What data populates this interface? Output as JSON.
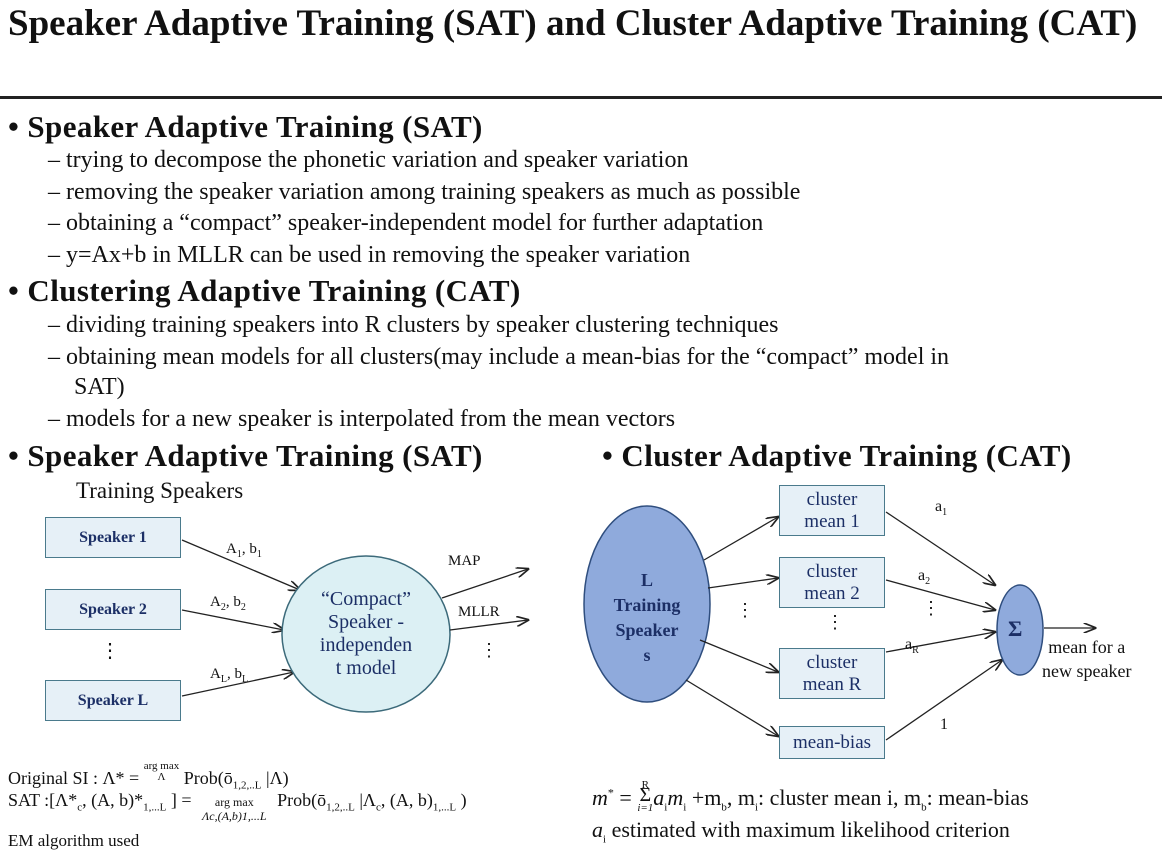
{
  "title": "Speaker Adaptive Training (SAT) and Cluster Adaptive Training (CAT)",
  "sections": [
    {
      "heading": "Speaker Adaptive Training (SAT)",
      "items": [
        "trying to decompose the phonetic variation and speaker variation",
        "removing the speaker variation among training speakers as much as possible",
        "obtaining a “compact” speaker-independent model for further adaptation",
        "y=Ax+b in MLLR can be used in removing the speaker variation"
      ]
    },
    {
      "heading": "Clustering Adaptive Training (CAT)",
      "items": [
        "dividing  training speakers into R clusters by speaker clustering techniques",
        "obtaining mean models for all clusters(may include a mean-bias for the “compact” model in",
        "SAT)",
        "models for a new speaker is interpolated from the mean vectors"
      ]
    }
  ],
  "sat_diagram": {
    "heading": "Speaker Adaptive Training (SAT)",
    "caption": "Training Speakers",
    "speakers": [
      "Speaker 1",
      "Speaker 2",
      "Speaker L"
    ],
    "vdots": "⋮",
    "edge_labels": [
      "A",
      "1",
      "b",
      "1",
      "A",
      "2",
      "b",
      "2",
      "A",
      "L",
      "b",
      "L"
    ],
    "model_lines": [
      "“Compact”",
      "Speaker -",
      "independen",
      "t model"
    ],
    "outputs": [
      "MAP",
      "MLLR"
    ],
    "formula_original": "Original  SI : Λ* = ",
    "formula_original_op": "arg max",
    "formula_original_sub": "Λ",
    "formula_original_rhs": "Prob(ō",
    "formula_original_rhs_sub": "1,2,..L",
    "formula_original_rhs_end": " |Λ)",
    "formula_sat": "SAT :[Λ*",
    "formula_sat_c": "c",
    "formula_sat_mid": ", (A, b)*",
    "formula_sat_sub": "1,...L",
    "formula_sat_eq": " ] = ",
    "formula_sat_op": "arg max",
    "formula_sat_op_sub": "Λc,(A,b)1,...L",
    "formula_sat_rhs": "Prob(ō",
    "formula_sat_rhs_sub": "1,2,..L",
    "formula_sat_rhs_end": " |Λ",
    "formula_sat_rhs_c": "c",
    "formula_sat_rhs_tail": ", (A, b)",
    "formula_sat_rhs_tail_sub": "1,...L",
    "formula_sat_rhs_close": " )",
    "em_note": "EM algorithm  used"
  },
  "cat_diagram": {
    "heading": "Cluster Adaptive Training (CAT)",
    "source_lines": [
      "L",
      "Training",
      "Speaker",
      "s"
    ],
    "clusters": [
      {
        "line1": "cluster",
        "line2": "mean 1"
      },
      {
        "line1": "cluster",
        "line2": "mean 2"
      },
      {
        "line1": "cluster",
        "line2": "mean R"
      }
    ],
    "bias": "mean-bias",
    "weights": [
      "a",
      "1",
      "a",
      "2",
      "a",
      "R",
      "1"
    ],
    "sum_symbol": "Σ",
    "output_lines": [
      "mean  for a",
      "new speaker"
    ],
    "formula_lhs": "m",
    "formula_star": "*",
    "formula_eq": " = ",
    "formula_sum_top": "R",
    "formula_sum_bottom": "i=1",
    "formula_terms": "a",
    "formula_i": "i",
    "formula_m": "m",
    "formula_plus": " +m",
    "formula_b": "b",
    "formula_rest1": ", m",
    "formula_rest1_sub": "i",
    "formula_rest1_text": ": cluster mean i, m",
    "formula_rest2_sub": "b",
    "formula_rest2_text": ": mean-bias",
    "formula2_a": "a",
    "formula2_i": "i",
    "formula2_text": "  estimated with maximum likelihood  criterion"
  },
  "colors": {
    "box_fill": "#e6f0f7",
    "box_border": "#4a7a8c",
    "oval_fill": "#8faadc",
    "compact_fill": "#dcf0f4",
    "text_blue": "#1c2f66"
  }
}
